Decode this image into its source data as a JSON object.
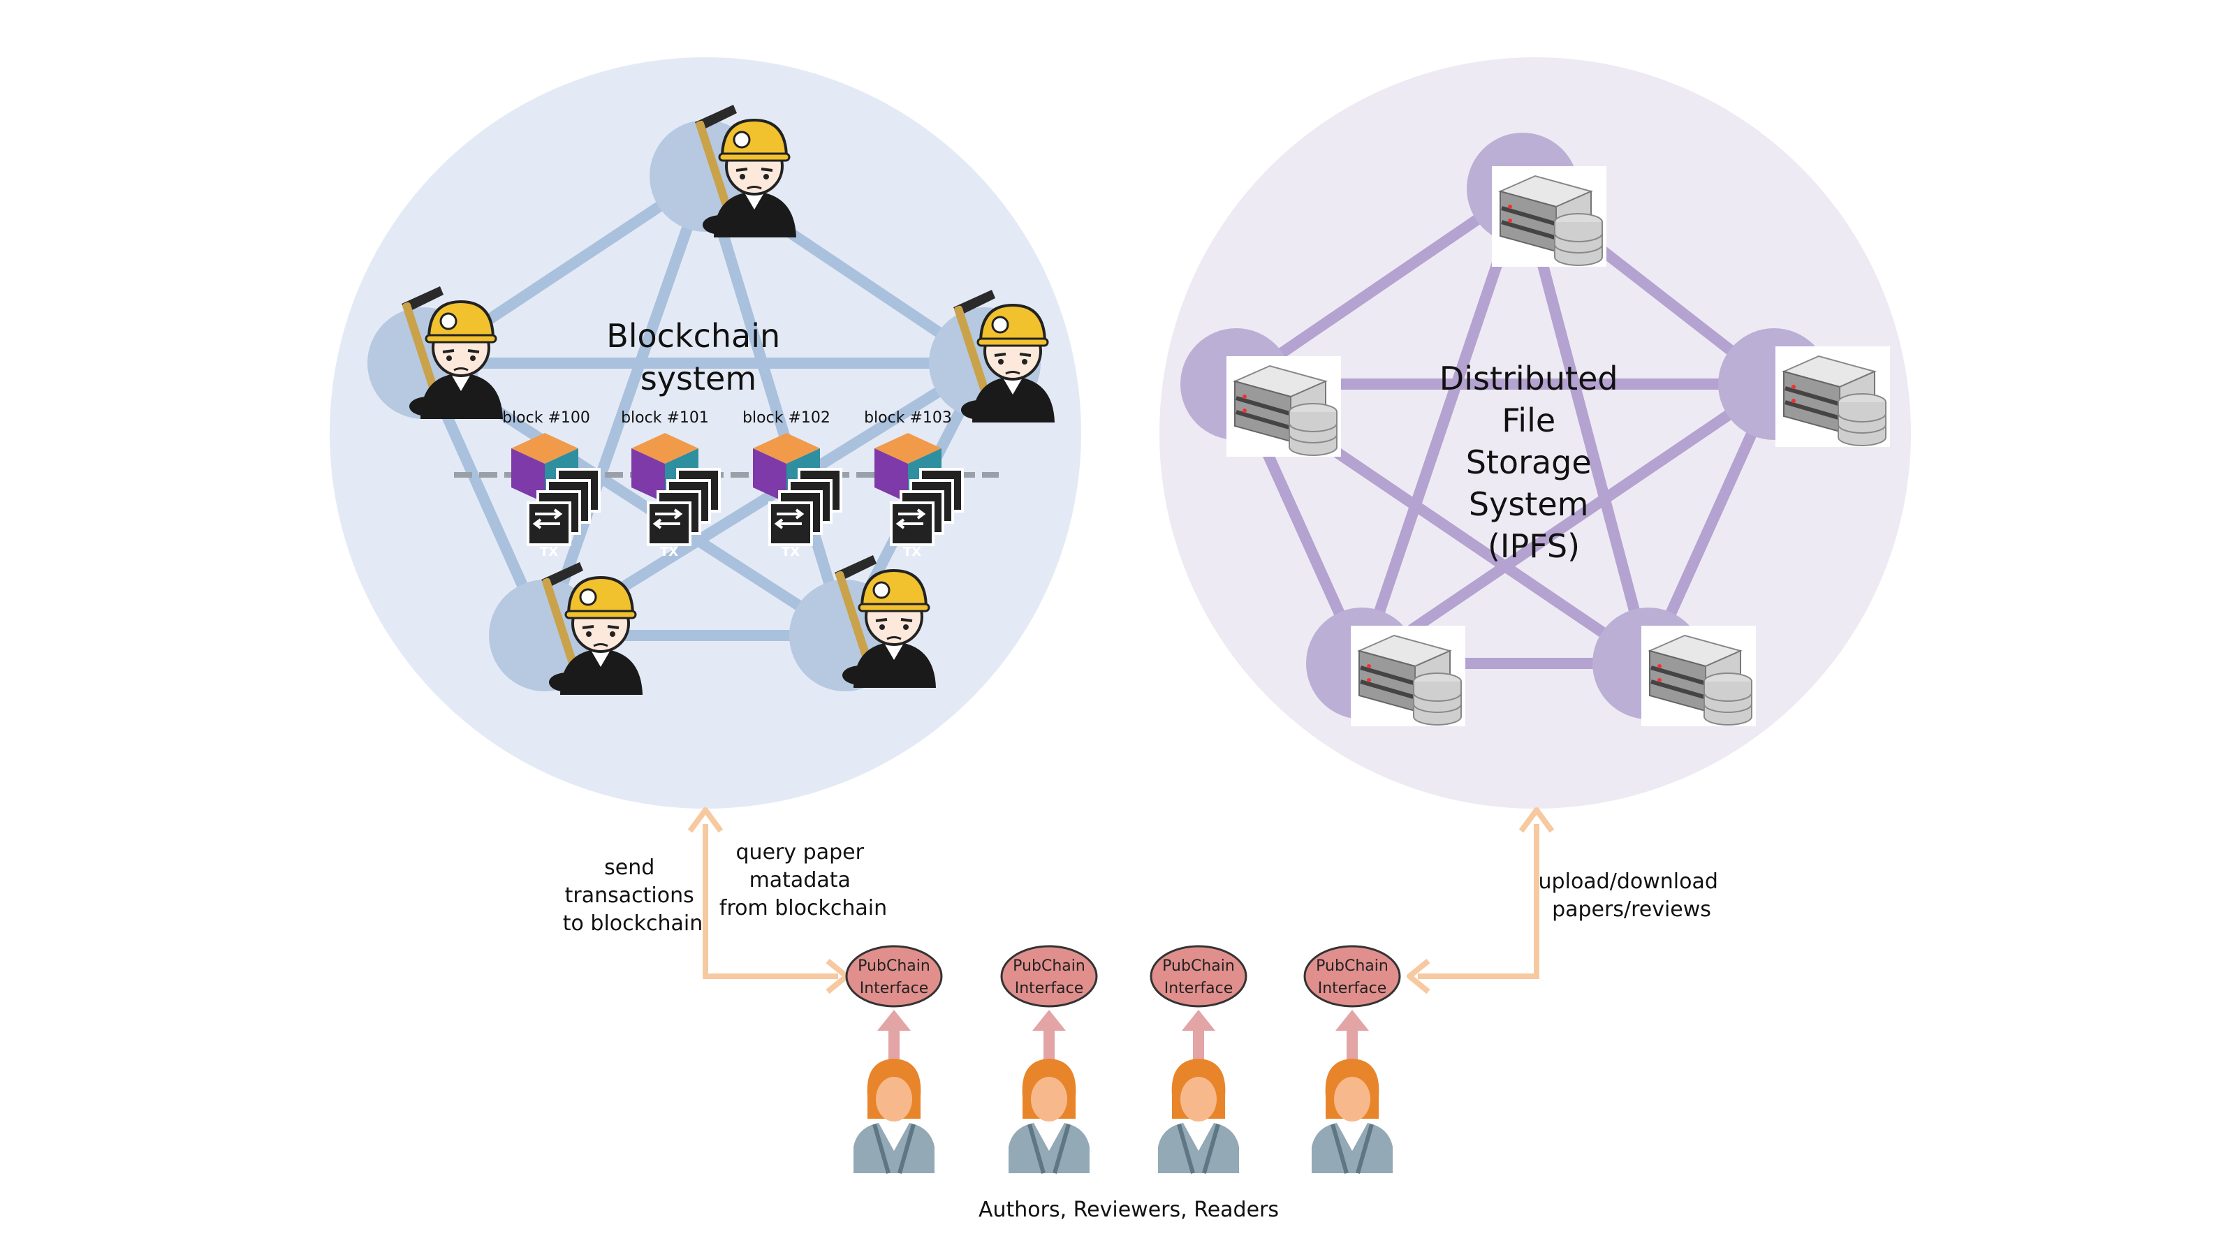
{
  "blockchain": {
    "title_line1": "Blockchain",
    "title_line2": "system",
    "blocks": [
      {
        "label": "block #100",
        "tx_label": "TX"
      },
      {
        "label": "block #101",
        "tx_label": "TX"
      },
      {
        "label": "block #102",
        "tx_label": "TX"
      },
      {
        "label": "block #103",
        "tx_label": "TX"
      }
    ]
  },
  "storage": {
    "title_lines": [
      "Distributed",
      "File",
      "Storage",
      "System",
      "(IPFS)"
    ]
  },
  "annotations": {
    "send_lines": [
      "send",
      "transactions",
      "to blockchain"
    ],
    "query_lines": [
      "query paper",
      "matadata",
      "from blockchain"
    ],
    "upload_lines": [
      "upload/download",
      "papers/reviews"
    ]
  },
  "interfaces": [
    {
      "line1": "PubChain",
      "line2": "Interface"
    },
    {
      "line1": "PubChain",
      "line2": "Interface"
    },
    {
      "line1": "PubChain",
      "line2": "Interface"
    },
    {
      "line1": "PubChain",
      "line2": "Interface"
    }
  ],
  "users_caption": "Authors, Reviewers, Readers",
  "colors": {
    "blockchain_circle": "#e4eaf5",
    "blockchain_edges": "#a9c1dd",
    "storage_circle": "#eeeaf3",
    "storage_edges": "#b4a2d1",
    "arrow_orange": "#f6c9a0",
    "arrow_pink": "#e3a4a6",
    "interface_fill": "#e08f8d"
  }
}
